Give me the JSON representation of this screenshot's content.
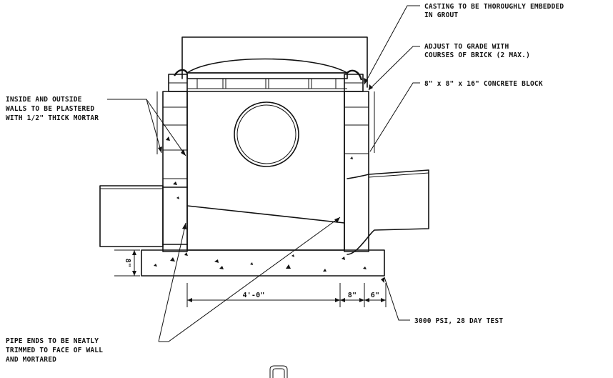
{
  "notes": {
    "casting": [
      "CASTING TO BE THOROUGHLY EMBEDDED",
      "IN GROUT"
    ],
    "adjust": [
      "ADJUST TO GRADE WITH",
      "COURSES OF BRICK (2 MAX.)"
    ],
    "block": "8\" x 8\" x 16\" CONCRETE BLOCK",
    "plaster": [
      "INSIDE AND OUTSIDE",
      "WALLS TO BE PLASTERED",
      "WITH 1/2\" THICK MORTAR"
    ],
    "concrete": "3000 PSI, 28 DAY TEST",
    "pipe_ends": [
      "PIPE ENDS TO BE NEATLY",
      "TRIMMED TO FACE OF WALL",
      "AND MORTARED"
    ]
  },
  "dimensions": {
    "base_thickness": "8\"",
    "inside_width": "4'-0\"",
    "wall": "8\"",
    "base_projection": "6\""
  }
}
